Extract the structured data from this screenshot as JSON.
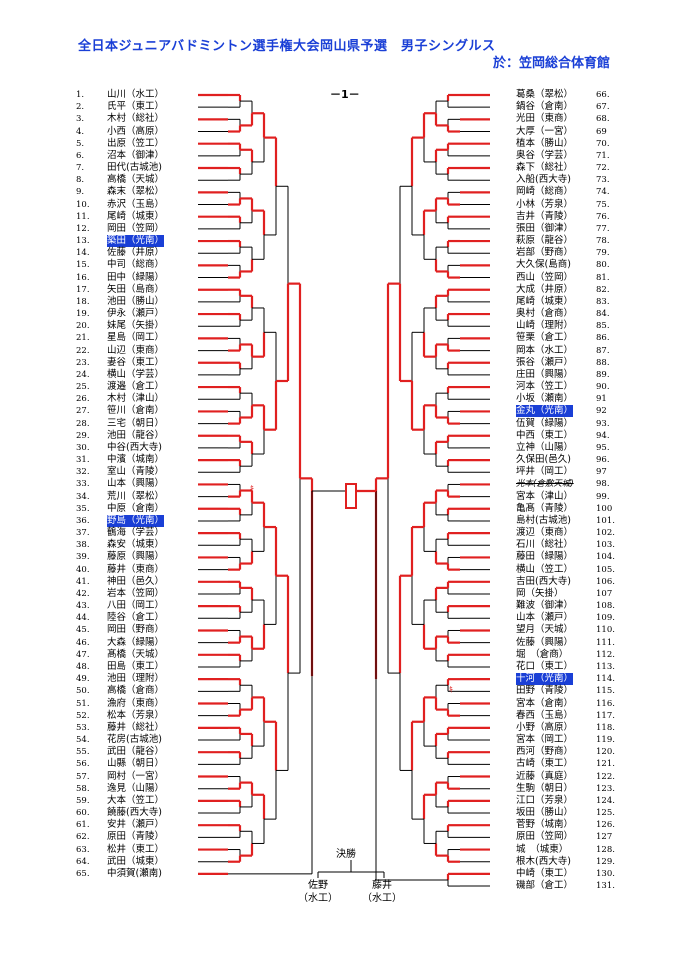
{
  "header": {
    "title": "全日本ジュニアバドミントン選手権大会岡山県予選　男子シングルス",
    "venue": "於：笠岡総合体育館",
    "page_mark": "－1－"
  },
  "left_players": [
    {
      "num": "1.",
      "name": "山川（水工）"
    },
    {
      "num": "2.",
      "name": "氏平（東工）"
    },
    {
      "num": "3.",
      "name": "木村（総社）"
    },
    {
      "num": "4.",
      "name": "小西（高原）"
    },
    {
      "num": "5.",
      "name": "出原（笠工）"
    },
    {
      "num": "6.",
      "name": "沼本（御津）"
    },
    {
      "num": "7.",
      "name": "田代(古城池)"
    },
    {
      "num": "8.",
      "name": "高橋（天城）"
    },
    {
      "num": "9.",
      "name": "森末（翠松）"
    },
    {
      "num": "10.",
      "name": "赤沢（玉島）"
    },
    {
      "num": "11.",
      "name": "尾崎（城東）"
    },
    {
      "num": "12.",
      "name": "岡田（笠岡）"
    },
    {
      "num": "13.",
      "name": "築田（光南）"
    },
    {
      "num": "14.",
      "name": "佐藤（井原）"
    },
    {
      "num": "15.",
      "name": "中司（総商）"
    },
    {
      "num": "16.",
      "name": "田中（緑陽）"
    },
    {
      "num": "17.",
      "name": "矢田（島商）"
    },
    {
      "num": "18.",
      "name": "池田（勝山）"
    },
    {
      "num": "19.",
      "name": "伊永（瀬戸）"
    },
    {
      "num": "20.",
      "name": "妹尾（矢掛）"
    },
    {
      "num": "21.",
      "name": "星島（岡工）"
    },
    {
      "num": "22.",
      "name": "山辺（東商）"
    },
    {
      "num": "23.",
      "name": "妻谷（東工）"
    },
    {
      "num": "24.",
      "name": "横山（学芸）"
    },
    {
      "num": "25.",
      "name": "渡邉（倉工）"
    },
    {
      "num": "26.",
      "name": "木村（津山）"
    },
    {
      "num": "27.",
      "name": "笹川（倉南）"
    },
    {
      "num": "28.",
      "name": "三宅（朝日）"
    },
    {
      "num": "29.",
      "name": "池田（龍谷）"
    },
    {
      "num": "30.",
      "name": "中谷(西大寺)"
    },
    {
      "num": "31.",
      "name": "中濱（城南）"
    },
    {
      "num": "32.",
      "name": "室山（青陵）"
    },
    {
      "num": "33.",
      "name": "山本（興陽）"
    },
    {
      "num": "34.",
      "name": "荒川（翠松）"
    },
    {
      "num": "35.",
      "name": "中原（倉南）"
    },
    {
      "num": "36.",
      "name": "野島（光南）"
    },
    {
      "num": "37.",
      "name": "鶴海（学芸）"
    },
    {
      "num": "38.",
      "name": "森安（城東）"
    },
    {
      "num": "39.",
      "name": "藤原（興陽）"
    },
    {
      "num": "40.",
      "name": "藤井（東商）"
    },
    {
      "num": "41.",
      "name": "神田（邑久）"
    },
    {
      "num": "42.",
      "name": "岩本（笠岡）"
    },
    {
      "num": "43.",
      "name": "八田（岡工）"
    },
    {
      "num": "44.",
      "name": "陸谷（倉工）"
    },
    {
      "num": "45.",
      "name": "岡田（野商）"
    },
    {
      "num": "46.",
      "name": "大森（緑陽）"
    },
    {
      "num": "47.",
      "name": "髙橋（天城）"
    },
    {
      "num": "48.",
      "name": "田島（東工）"
    },
    {
      "num": "49.",
      "name": "池田（理附）"
    },
    {
      "num": "50.",
      "name": "高橋（倉商）"
    },
    {
      "num": "51.",
      "name": "漁府（東商）"
    },
    {
      "num": "52.",
      "name": "松本（芳泉）"
    },
    {
      "num": "53.",
      "name": "藤井（総社）"
    },
    {
      "num": "54.",
      "name": "花房(古城池)"
    },
    {
      "num": "55.",
      "name": "武田（龍谷）"
    },
    {
      "num": "56.",
      "name": "山縣（朝日）"
    },
    {
      "num": "57.",
      "name": "岡村（一宮）"
    },
    {
      "num": "58.",
      "name": "逸見（山陽）"
    },
    {
      "num": "59.",
      "name": "大本（笠工）"
    },
    {
      "num": "60.",
      "name": "饒藤(西大寺)"
    },
    {
      "num": "61.",
      "name": "安井（瀬戸）"
    },
    {
      "num": "62.",
      "name": "原田（青陵）"
    },
    {
      "num": "63.",
      "name": "松井（東工）"
    },
    {
      "num": "64.",
      "name": "武田（城東）"
    },
    {
      "num": "65.",
      "name": "中須賀(瀬南)"
    }
  ],
  "right_players": [
    {
      "num": "66.",
      "name": "葛桑（翠松）"
    },
    {
      "num": "67.",
      "name": "鍋谷（倉南）"
    },
    {
      "num": "68.",
      "name": "光田（東商）"
    },
    {
      "num": "69",
      "name": "大厚（一宮）"
    },
    {
      "num": "70.",
      "name": "植本（勝山）"
    },
    {
      "num": "71.",
      "name": "奥谷（学芸）"
    },
    {
      "num": "72.",
      "name": "森下（総社）"
    },
    {
      "num": "73.",
      "name": "入船(西大寺)"
    },
    {
      "num": "74.",
      "name": "岡崎（総商）"
    },
    {
      "num": "75.",
      "name": "小林（芳泉）"
    },
    {
      "num": "76.",
      "name": "吉井（青陵）"
    },
    {
      "num": "77.",
      "name": "張田（御津）"
    },
    {
      "num": "78.",
      "name": "萩原（龍谷）"
    },
    {
      "num": "79.",
      "name": "岩部（野商）"
    },
    {
      "num": "80.",
      "name": "大久保(島商)"
    },
    {
      "num": "81.",
      "name": "西山（笠岡）"
    },
    {
      "num": "82.",
      "name": "大成（井原）"
    },
    {
      "num": "83.",
      "name": "尾崎（城東）"
    },
    {
      "num": "84.",
      "name": "奥村（倉商）"
    },
    {
      "num": "85.",
      "name": "山崎（理附）"
    },
    {
      "num": "86.",
      "name": "笹栗（倉工）"
    },
    {
      "num": "87.",
      "name": "岡本（水工）"
    },
    {
      "num": "88.",
      "name": "張谷（瀬戸）"
    },
    {
      "num": "89.",
      "name": "庄田（興陽）"
    },
    {
      "num": "90.",
      "name": "河本（笠工）"
    },
    {
      "num": "91",
      "name": "小坂（瀬南）"
    },
    {
      "num": "92",
      "name": "金丸（光南）"
    },
    {
      "num": "93.",
      "name": "伍賀（緑陽）"
    },
    {
      "num": "94.",
      "name": "中西（東工）"
    },
    {
      "num": "95.",
      "name": "立神（山陽）"
    },
    {
      "num": "96.",
      "name": "久保田(邑久)"
    },
    {
      "num": "97",
      "name": "坪井（岡工）"
    },
    {
      "num": "98.",
      "name": "光本(倉敷天城)"
    },
    {
      "num": "99.",
      "name": "宮本（津山）"
    },
    {
      "num": "100",
      "name": "亀髙（青陵）"
    },
    {
      "num": "101.",
      "name": "島村(古城池)"
    },
    {
      "num": "102.",
      "name": "渡辺（東商）"
    },
    {
      "num": "103.",
      "name": "石川（総社）"
    },
    {
      "num": "104.",
      "name": "藤田（緑陽）"
    },
    {
      "num": "105.",
      "name": "横山（笠工）"
    },
    {
      "num": "106.",
      "name": "吉田(西大寺)"
    },
    {
      "num": "107",
      "name": "岡（矢掛）"
    },
    {
      "num": "108.",
      "name": "難波（御津）"
    },
    {
      "num": "109.",
      "name": "山本（瀬戸）"
    },
    {
      "num": "110.",
      "name": "望月（天城）"
    },
    {
      "num": "111.",
      "name": "佐藤（興陽）"
    },
    {
      "num": "112.",
      "name": "堀　（倉商）"
    },
    {
      "num": "113.",
      "name": "花口（東工）"
    },
    {
      "num": "114.",
      "name": "十河（光南）"
    },
    {
      "num": "115.",
      "name": "田野（青陵）"
    },
    {
      "num": "116.",
      "name": "宮本（倉南）"
    },
    {
      "num": "117.",
      "name": "春西（玉島）"
    },
    {
      "num": "118.",
      "name": "小野（高原）"
    },
    {
      "num": "119.",
      "name": "宮本（岡工）"
    },
    {
      "num": "120.",
      "name": "西河（野商）"
    },
    {
      "num": "121.",
      "name": "古崎（東工）"
    },
    {
      "num": "122.",
      "name": "近藤（真庭）"
    },
    {
      "num": "123.",
      "name": "生駒（朝日）"
    },
    {
      "num": "124.",
      "name": "江口（芳泉）"
    },
    {
      "num": "125.",
      "name": "坂田（勝山）"
    },
    {
      "num": "126.",
      "name": "菅野（城南）"
    },
    {
      "num": "127",
      "name": "原田（笠岡）"
    },
    {
      "num": "128.",
      "name": "城　（城東）"
    },
    {
      "num": "129.",
      "name": "根木(西大寺)"
    },
    {
      "num": "130.",
      "name": "中崎（東工）"
    },
    {
      "num": "131.",
      "name": "磯部（倉工）"
    }
  ],
  "highlighted": [
    "13.",
    "36.",
    "92",
    "114."
  ],
  "struck": [
    "98."
  ],
  "final": {
    "label": "決勝",
    "left_finalist_name": "佐野",
    "left_finalist_school": "（水工）",
    "right_finalist_name": "藤井",
    "right_finalist_school": "（水工）"
  },
  "marks": {
    "retire_mark": "ｷ"
  },
  "colors": {
    "winner_line": "#e02020",
    "loser_line": "#000000",
    "title": "#1a3fd6",
    "highlight_bg": "#1a3fd6"
  }
}
